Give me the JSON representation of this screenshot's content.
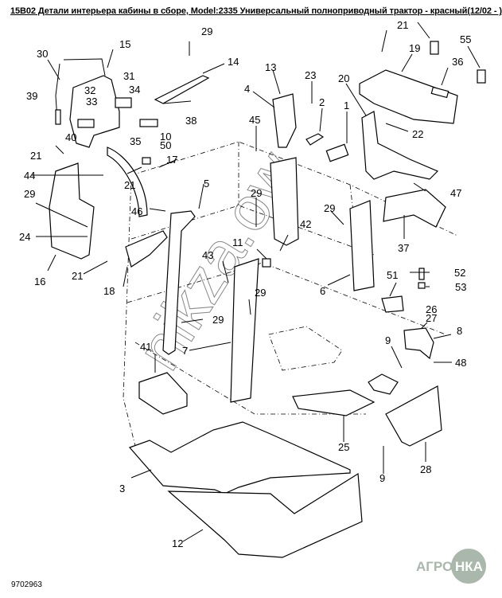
{
  "title": "15B02 Детали интерьера кабины в сборе, Model:2335 Универсальный полноприводный трактор - красный(12/02 - )",
  "document_number": "9702963",
  "watermark": "nikza.ow",
  "logo": {
    "text_left": "АГРО",
    "text_circle": "НКА",
    "color": "#a9b8ab"
  },
  "callouts": [
    {
      "id": "c1",
      "label": "1"
    },
    {
      "id": "c2",
      "label": "2"
    },
    {
      "id": "c3",
      "label": "3"
    },
    {
      "id": "c4",
      "label": "4"
    },
    {
      "id": "c5",
      "label": "5"
    },
    {
      "id": "c6",
      "label": "6"
    },
    {
      "id": "c7",
      "label": "7"
    },
    {
      "id": "c8",
      "label": "8"
    },
    {
      "id": "c9a",
      "label": "9"
    },
    {
      "id": "c9b",
      "label": "9"
    },
    {
      "id": "c10",
      "label": "10"
    },
    {
      "id": "c11",
      "label": "11"
    },
    {
      "id": "c12",
      "label": "12"
    },
    {
      "id": "c13",
      "label": "13"
    },
    {
      "id": "c14",
      "label": "14"
    },
    {
      "id": "c15",
      "label": "15"
    },
    {
      "id": "c16",
      "label": "16"
    },
    {
      "id": "c17",
      "label": "17"
    },
    {
      "id": "c18",
      "label": "18"
    },
    {
      "id": "c19",
      "label": "19"
    },
    {
      "id": "c20",
      "label": "20"
    },
    {
      "id": "c21a",
      "label": "21"
    },
    {
      "id": "c21b",
      "label": "21"
    },
    {
      "id": "c21c",
      "label": "21"
    },
    {
      "id": "c21d",
      "label": "21"
    },
    {
      "id": "c22",
      "label": "22"
    },
    {
      "id": "c23",
      "label": "23"
    },
    {
      "id": "c24",
      "label": "24"
    },
    {
      "id": "c25",
      "label": "25"
    },
    {
      "id": "c26",
      "label": "26"
    },
    {
      "id": "c27",
      "label": "27"
    },
    {
      "id": "c28",
      "label": "28"
    },
    {
      "id": "c29a",
      "label": "29"
    },
    {
      "id": "c29b",
      "label": "29"
    },
    {
      "id": "c29c",
      "label": "29"
    },
    {
      "id": "c29d",
      "label": "29"
    },
    {
      "id": "c29e",
      "label": "29"
    },
    {
      "id": "c29f",
      "label": "29"
    },
    {
      "id": "c30",
      "label": "30"
    },
    {
      "id": "c31",
      "label": "31"
    },
    {
      "id": "c32",
      "label": "32"
    },
    {
      "id": "c33",
      "label": "33"
    },
    {
      "id": "c34",
      "label": "34"
    },
    {
      "id": "c35",
      "label": "35"
    },
    {
      "id": "c36",
      "label": "36"
    },
    {
      "id": "c37",
      "label": "37"
    },
    {
      "id": "c38",
      "label": "38"
    },
    {
      "id": "c39",
      "label": "39"
    },
    {
      "id": "c40",
      "label": "40"
    },
    {
      "id": "c41",
      "label": "41"
    },
    {
      "id": "c42",
      "label": "42"
    },
    {
      "id": "c43",
      "label": "43"
    },
    {
      "id": "c44",
      "label": "44"
    },
    {
      "id": "c45",
      "label": "45"
    },
    {
      "id": "c46",
      "label": "46"
    },
    {
      "id": "c47",
      "label": "47"
    },
    {
      "id": "c48",
      "label": "48"
    },
    {
      "id": "c50",
      "label": "50"
    },
    {
      "id": "c51",
      "label": "51"
    },
    {
      "id": "c52",
      "label": "52"
    },
    {
      "id": "c53",
      "label": "53"
    },
    {
      "id": "c55",
      "label": "55"
    }
  ]
}
